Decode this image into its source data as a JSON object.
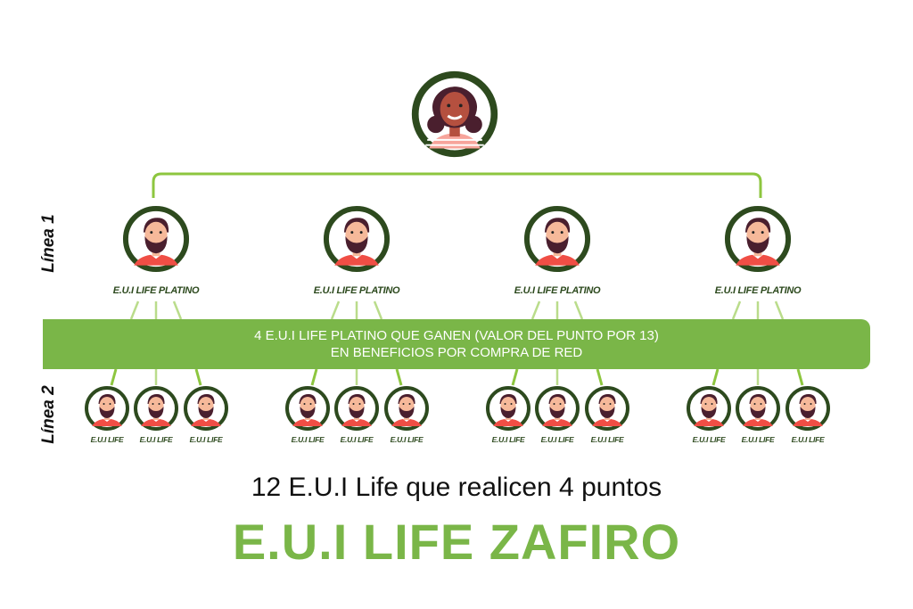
{
  "root": {
    "name": "sponsor-avatar"
  },
  "line_labels": {
    "line1": "Línea 1",
    "line2": "Línea 2"
  },
  "line1": {
    "label": "E.U.I LIFE PLATINO",
    "count": 4
  },
  "line2": {
    "label": "E.U.I LIFE",
    "count_per_parent": 3
  },
  "band": {
    "line1": "4 E.U.I LIFE PLATINO QUE GANEN (VALOR DEL PUNTO POR 13)",
    "line2": "EN BENEFICIOS POR COMPRA DE RED"
  },
  "requirement": "12 E.U.I Life que realicen 4 puntos",
  "rank_title": "E.U.I LIFE ZAFIRO",
  "colors": {
    "ring": "#2d4a1e",
    "accent": "#7ab648",
    "wire": "#8dc63f",
    "shirt": "#f04e45",
    "hair": "#4a1f2e",
    "skin": "#f6b99a"
  }
}
